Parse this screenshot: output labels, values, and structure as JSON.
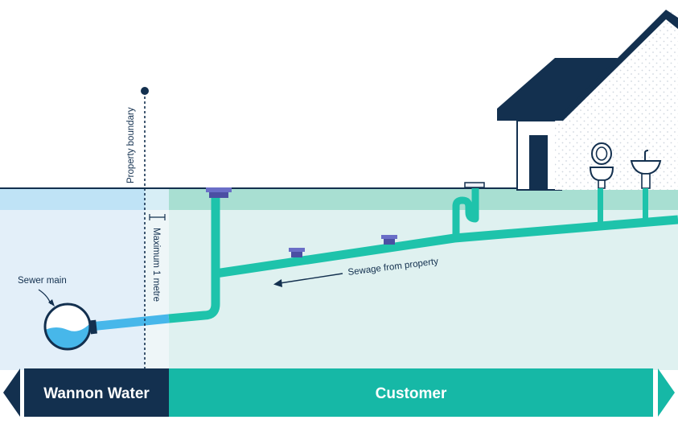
{
  "labels": {
    "property_boundary": "Property boundary",
    "maximum_distance": "Maximum 1 metre",
    "sewer_main": "Sewer main",
    "sewage_flow": "Sewage from property"
  },
  "footer": {
    "left_owner": "Wannon Water",
    "right_owner": "Customer"
  },
  "colors": {
    "navy": "#13304f",
    "teal": "#16b8a6",
    "pipe_teal": "#1ec3ab",
    "water_blue": "#47b7ea",
    "light_blue": "#e3eff9",
    "light_teal": "#dff1f0",
    "surface_blue": "#bfe3f6",
    "surface_teal": "#a8dfd2",
    "purple": "#6a6ec7"
  }
}
